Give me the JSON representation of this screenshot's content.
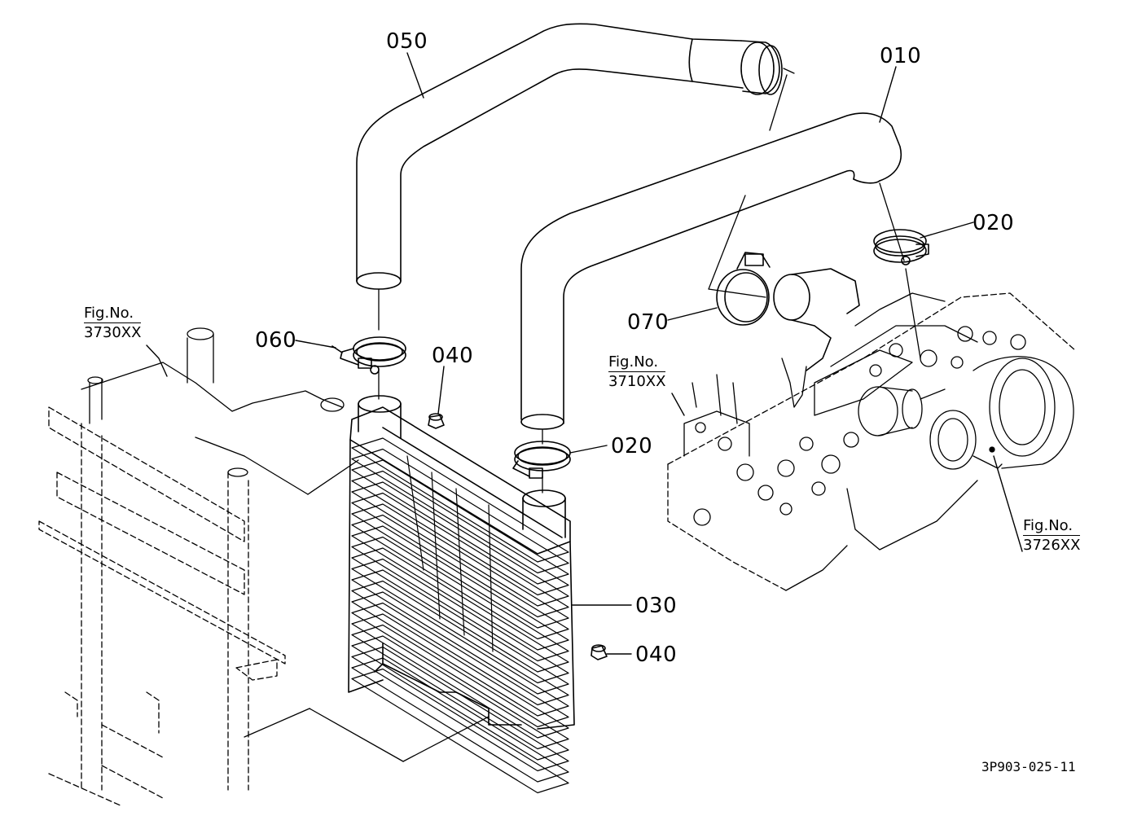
{
  "parts": [
    {
      "id": "p050",
      "number": "050"
    },
    {
      "id": "p010",
      "number": "010"
    },
    {
      "id": "p020a",
      "number": "020"
    },
    {
      "id": "p070",
      "number": "070"
    },
    {
      "id": "p060",
      "number": "060"
    },
    {
      "id": "p040a",
      "number": "040"
    },
    {
      "id": "p020b",
      "number": "020"
    },
    {
      "id": "p030",
      "number": "030"
    },
    {
      "id": "p040b",
      "number": "040"
    }
  ],
  "figure_refs": [
    {
      "prefix": "Fig.No.",
      "number": "3730XX"
    },
    {
      "prefix": "Fig.No.",
      "number": "3710XX"
    },
    {
      "prefix": "Fig.No.",
      "number": "3726XX"
    }
  ],
  "drawing_code": "3P903-025-11"
}
